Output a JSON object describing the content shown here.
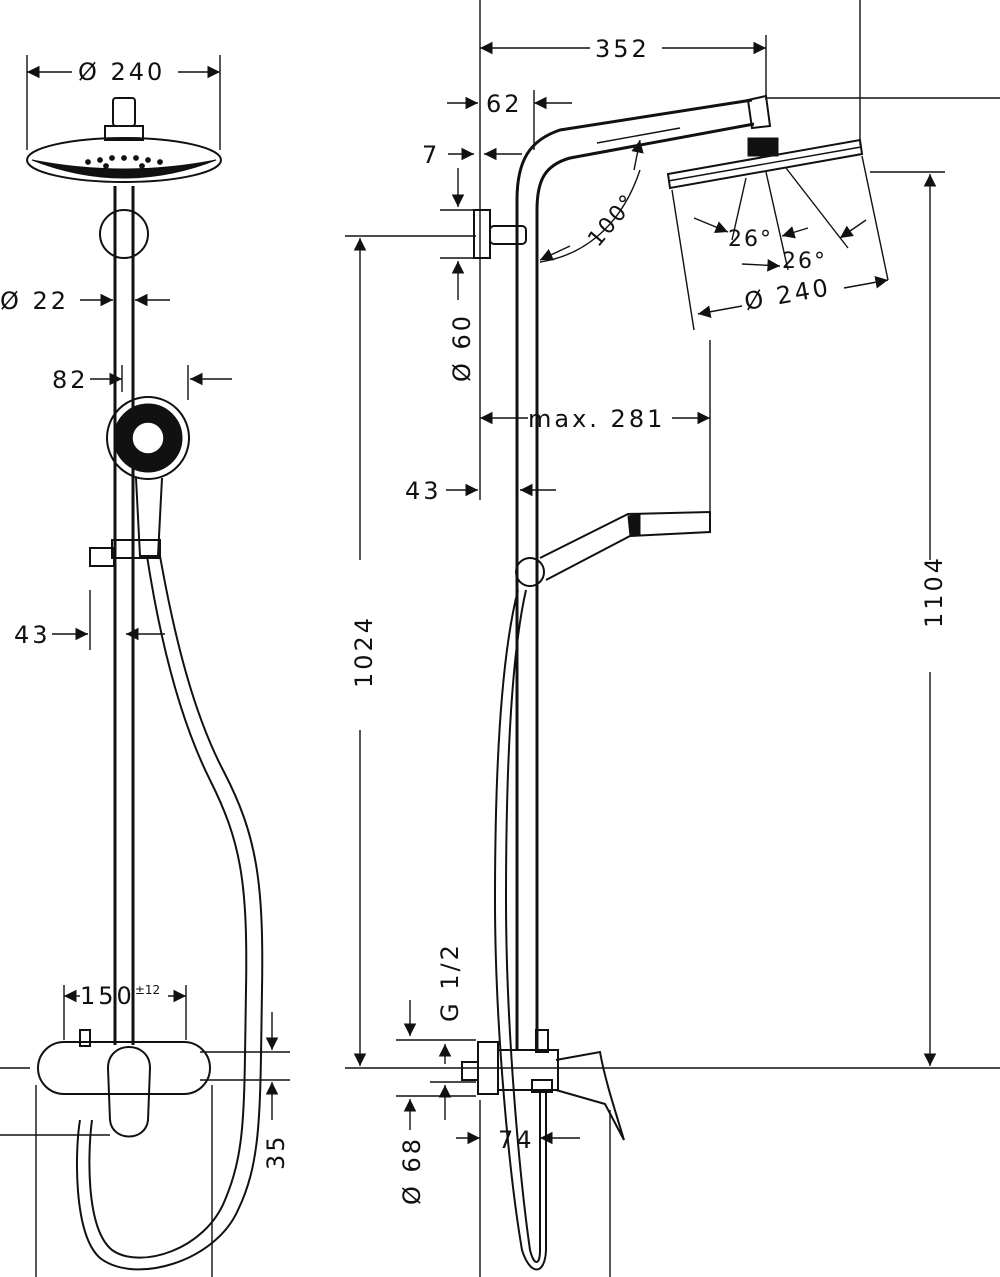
{
  "front_view": {
    "head_diameter": "Ø 240",
    "pipe_diameter": "Ø 22",
    "hand_shower_offset": "82",
    "bracket_offset": "43",
    "mixer_spacing": "150",
    "mixer_spacing_tol": "±12",
    "mixer_height": "35"
  },
  "side_view": {
    "arm_length": "352",
    "wall_to_pipe": "62",
    "bracket_depth": "7",
    "arm_angle": "100°",
    "spray_angle_1": "26°",
    "spray_angle_2": "26°",
    "head_diameter": "Ø 240",
    "wall_plate": "Ø 60",
    "hand_reach": "max. 281",
    "pipe_offset": "43",
    "height_lower": "1024",
    "height_upper": "1104",
    "thread": "G 1/2",
    "escutcheon": "Ø 68",
    "mixer_depth": "74"
  }
}
